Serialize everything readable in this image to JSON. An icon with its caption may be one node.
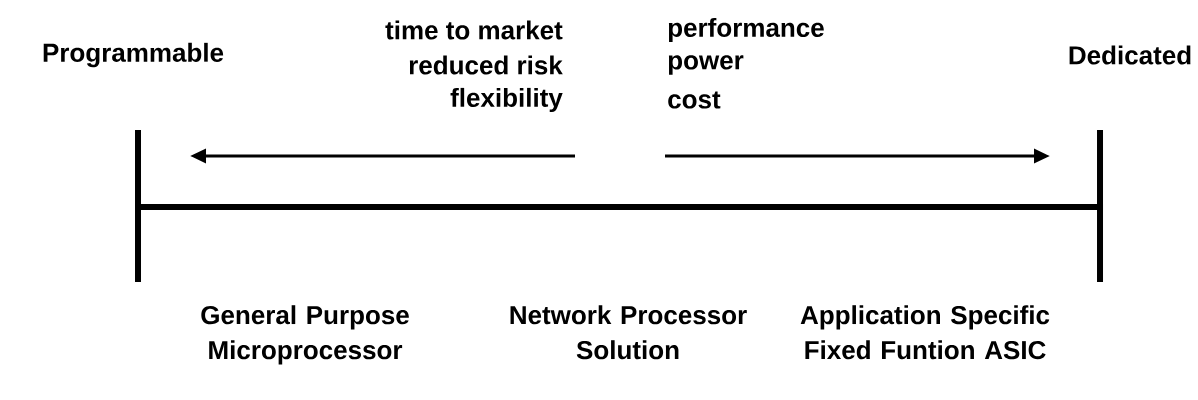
{
  "diagram": {
    "labels": [
      "Programmable",
      "time to market",
      "reduced risk",
      "flexibility",
      "performance",
      "power",
      "cost",
      "Dedicated",
      "General Purpose Microprocessor",
      "Network Processor Solution",
      "Application Specific Fixed Funtion ASIC"
    ]
  }
}
